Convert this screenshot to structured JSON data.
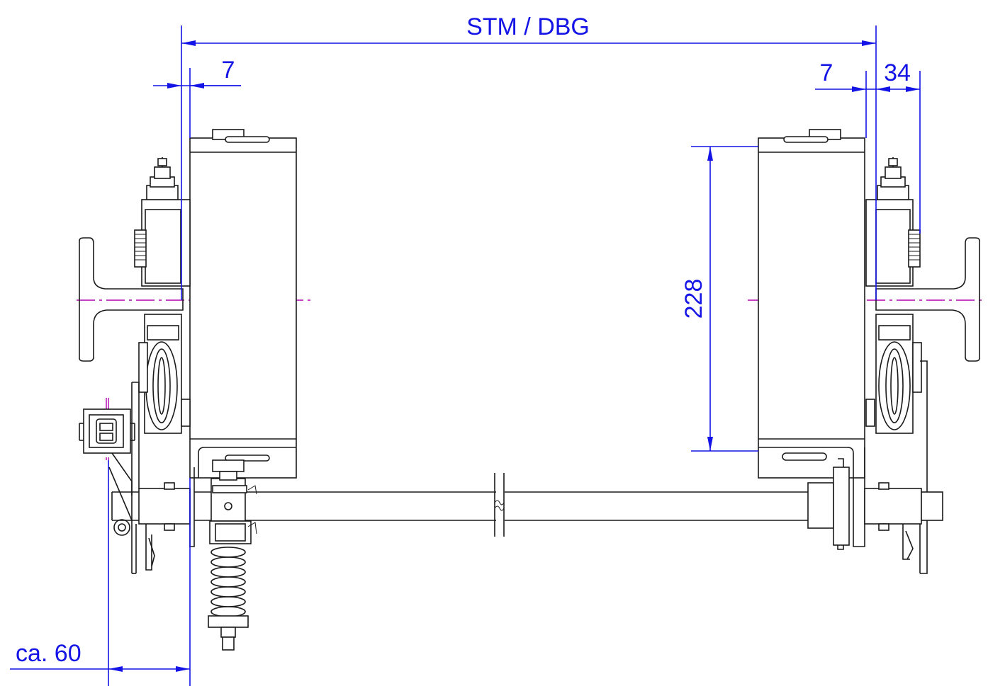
{
  "dimensions": {
    "top_span": "STM / DBG",
    "left_offset": "7",
    "right_offset": "7",
    "right_width": "34",
    "height": "228",
    "bottom_left": "ca. 60"
  },
  "colors": {
    "dimension": "#1414e6",
    "part_line": "#1a1a1a",
    "center_line": "#b000b0"
  }
}
